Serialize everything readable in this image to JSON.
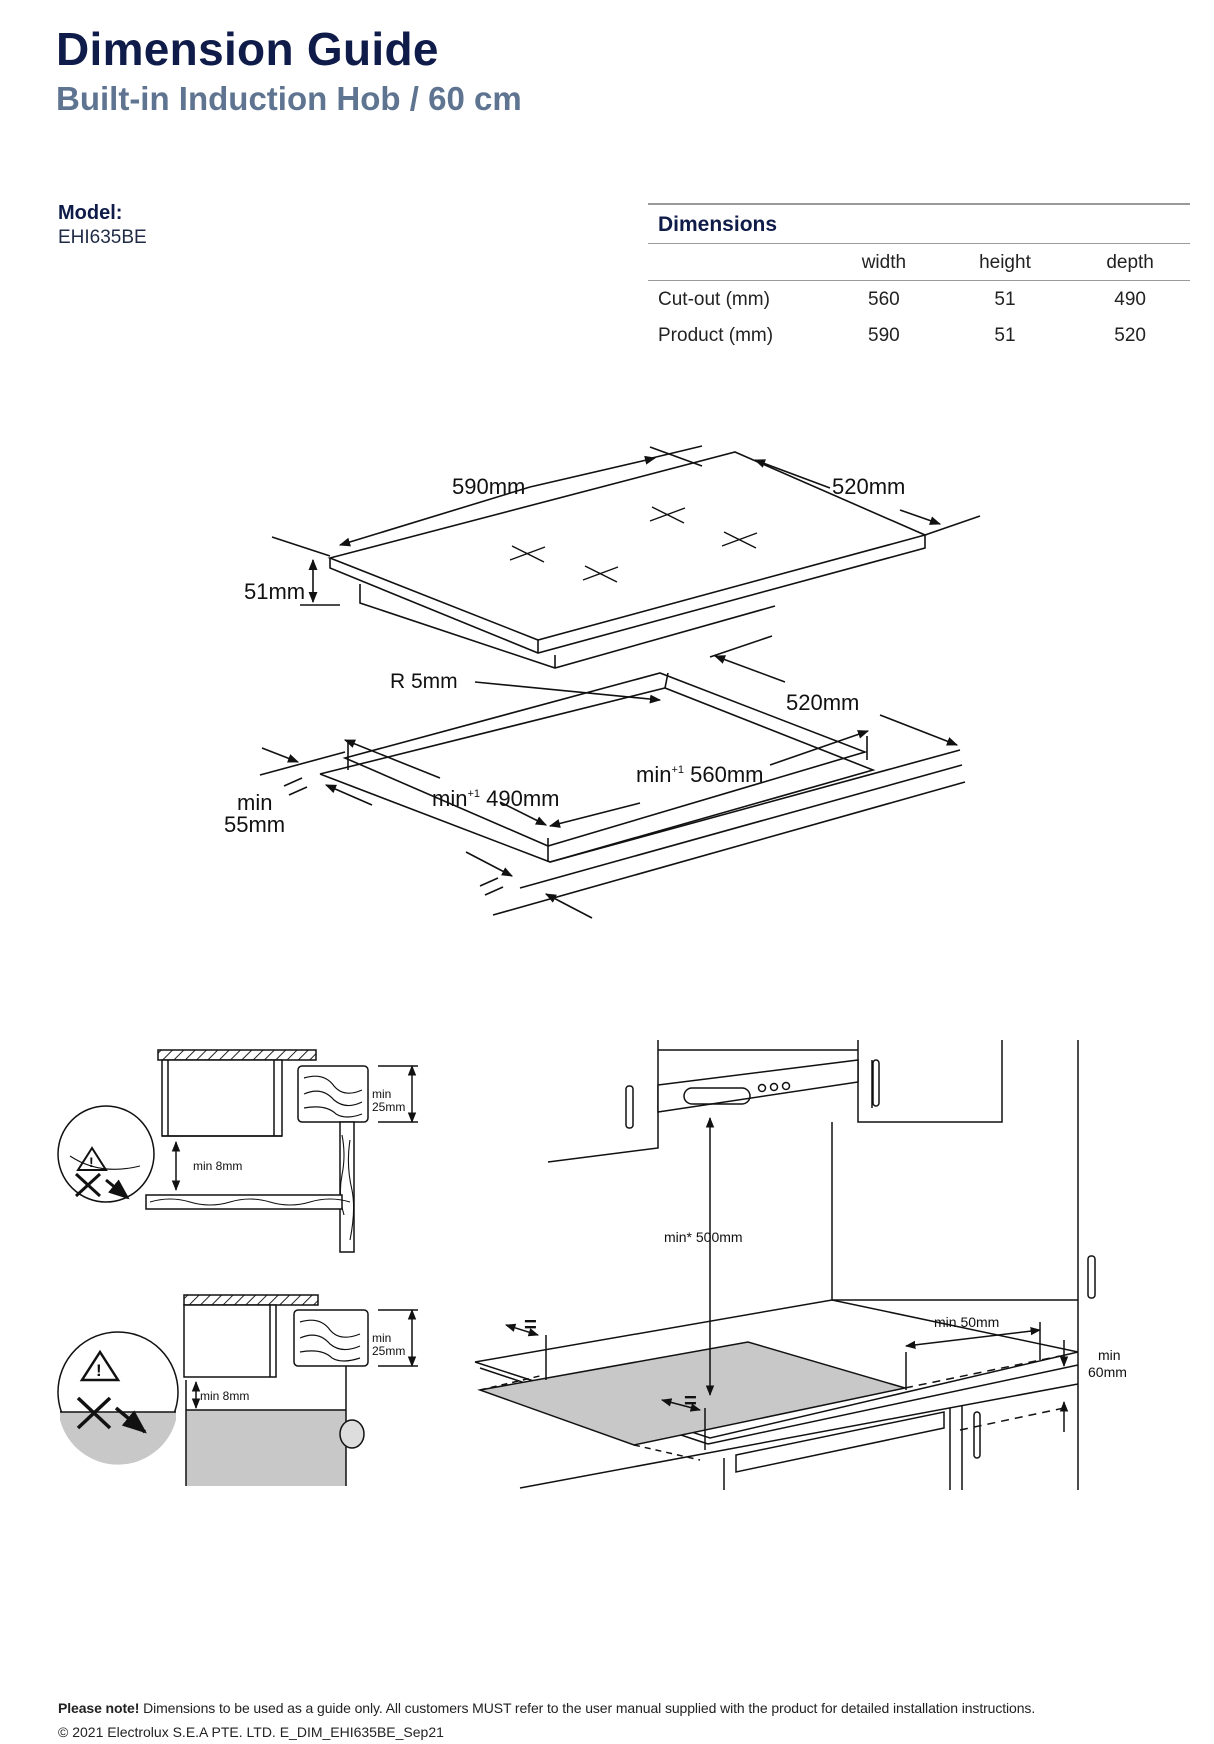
{
  "header": {
    "title": "Dimension Guide",
    "subtitle": "Built-in Induction Hob / 60 cm"
  },
  "model": {
    "label": "Model:",
    "value": "EHI635BE"
  },
  "dimensions_table": {
    "heading": "Dimensions",
    "columns": [
      "",
      "width",
      "height",
      "depth"
    ],
    "rows": [
      {
        "label": "Cut-out (mm)",
        "width": "560",
        "height": "51",
        "depth": "490"
      },
      {
        "label": "Product (mm)",
        "width": "590",
        "height": "51",
        "depth": "520"
      }
    ]
  },
  "diagram_top": {
    "product_width": "590mm",
    "product_depth": "520mm",
    "product_height": "51mm",
    "corner_radius": "R 5mm",
    "cutout_offset_depth": "520mm",
    "cutout_width_prefix": "min",
    "cutout_width_sup": "+1",
    "cutout_width_value": "560mm",
    "cutout_depth_prefix": "min",
    "cutout_depth_sup": "+1",
    "cutout_depth_value": "490mm",
    "edge_min_line1": "min",
    "edge_min_line2": "55mm",
    "equal_mark": "="
  },
  "diagram_sections": {
    "section1_min_top_line1": "min",
    "section1_min_top_line2": "25mm",
    "section1_gap": "min 8mm",
    "section2_min_top_line1": "min",
    "section2_min_top_line2": "25mm",
    "section2_gap": "min 8mm",
    "warning_icon": "warning-triangle-icon",
    "prohibited_icon": "prohibited-x-icon"
  },
  "diagram_room": {
    "hood_clearance": "min* 500mm",
    "side_clearance": "min 50mm",
    "rear_clearance_line1": "min",
    "rear_clearance_line2": "60mm",
    "equal_mark": "="
  },
  "footer": {
    "note_label": "Please note!",
    "note_text": " Dimensions to be used as a guide only. All customers MUST refer to the user manual supplied with the product for detailed installation instructions.",
    "copyright": "© 2021 Electrolux S.E.A PTE. LTD.  E_DIM_EHI635BE_Sep21"
  }
}
